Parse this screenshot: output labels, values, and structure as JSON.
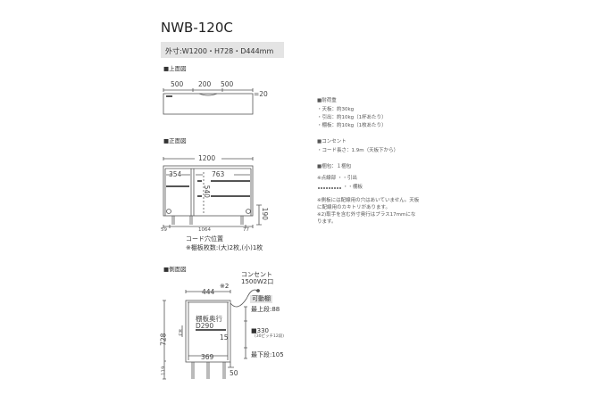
{
  "title": "NWB-120C",
  "spec": "外寸:W1200・H728・D444mm",
  "top_view": {
    "label": "■上面図",
    "dims": [
      "500",
      "200",
      "500"
    ],
    "thickness": "=20"
  },
  "front_view": {
    "label": "■正面図",
    "width": "1200",
    "left_inner": "354",
    "right_inner": "763",
    "inner_height": "540",
    "leg_height": "190",
    "bottom_dims": [
      "59",
      "1064",
      "77"
    ],
    "note1": "コード穴位置",
    "note2": "※棚板枚数:(大)2枚,(小)1枚"
  },
  "side_view": {
    "label": "■側面図",
    "outlet": "コンセント",
    "outlet_spec": "1500W2口",
    "note_mark": "※2",
    "depth": "444",
    "height": "728",
    "mark3": "※3",
    "leg": "119",
    "shelf_depth_label": "棚板奥行",
    "shelf_depth": "D290",
    "gap": "15",
    "inner_depth": "369",
    "back": "50",
    "movable": "可動棚",
    "top_step": "最上段:88",
    "range": "■330",
    "pitch": "(30ピッチ12段)",
    "bottom_step": "最下段:105"
  },
  "info": {
    "load_title": "■耐荷重",
    "load_items": [
      "・天板：約30kg",
      "・引出：約10kg（1杯あたり）",
      "・棚板：約10kg（1枚あたり）"
    ],
    "outlet_title": "■コンセント",
    "outlet_items": [
      "・コード長さ：1.9m（天板下から）"
    ],
    "pack_title": "■梱包：１梱包",
    "legend_dotted": "※点線部 ・・引出",
    "legend_solid": "・・棚板",
    "notes": [
      "※側板には配線用の穴はあいていません。天板",
      "に配線用のカキトリがあります。",
      "※2)取手を含む外寸奥行はプラス17mmにな",
      "ります。"
    ]
  }
}
